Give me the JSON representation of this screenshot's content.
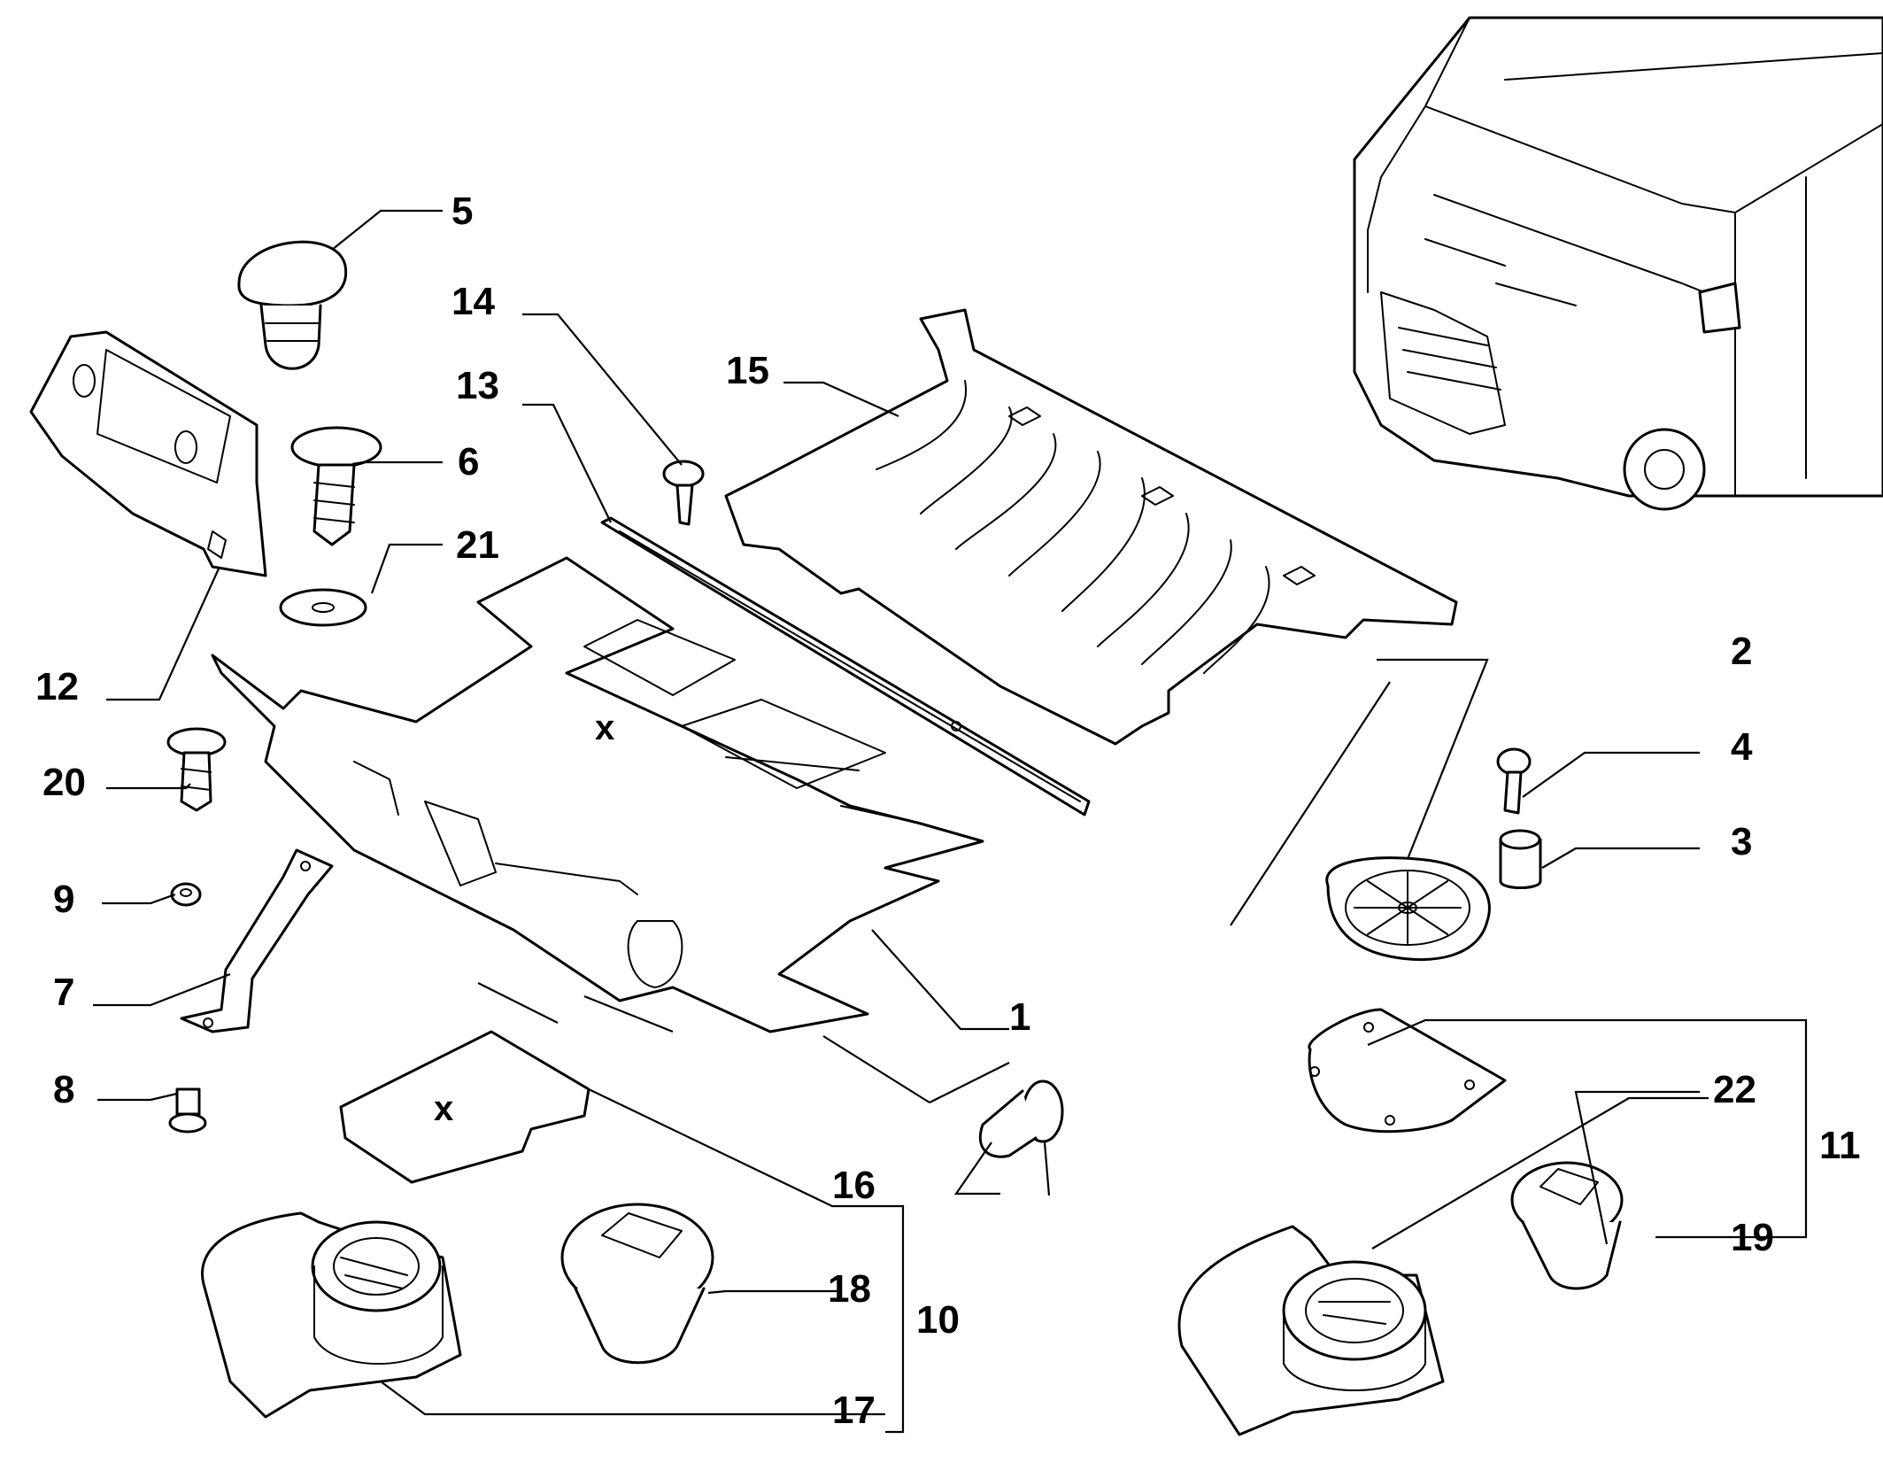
{
  "diagram": {
    "callouts": {
      "c1": "1",
      "c2": "2",
      "c3": "3",
      "c4": "4",
      "c5": "5",
      "c6": "6",
      "c7": "7",
      "c8": "8",
      "c9": "9",
      "c10": "10",
      "c11": "11",
      "c12": "12",
      "c13": "13",
      "c14": "14",
      "c15": "15",
      "c16": "16",
      "c17": "17",
      "c18": "18",
      "c19": "19",
      "c20": "20",
      "c21": "21",
      "c22": "22"
    },
    "markers": {
      "floor_x": "x",
      "cover_x": "x"
    },
    "colors": {
      "line": "#000000",
      "background": "#ffffff"
    }
  }
}
